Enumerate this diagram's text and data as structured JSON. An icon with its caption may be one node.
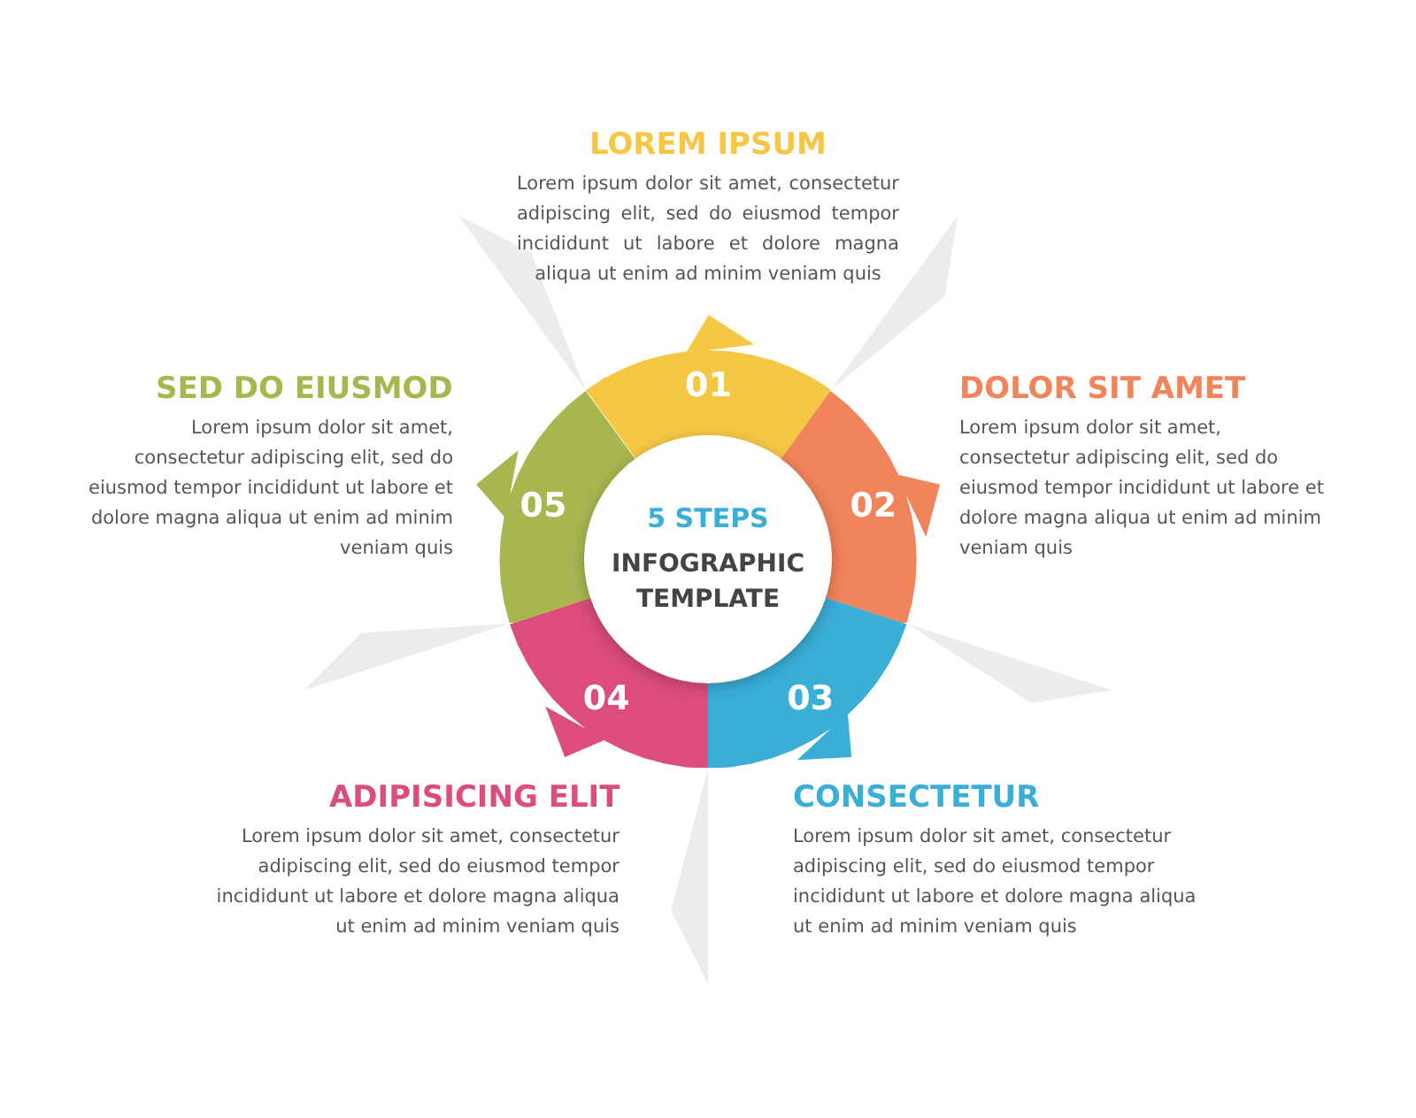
{
  "diagram": {
    "nodes": [
      {
        "text": [
          "5 STEPS",
          "INFOGRAPHIC TEMPLATE"
        ]
      },
      {
        "text": [
          "01"
        ],
        "beside": [
          "LOREM IPSUM",
          "Lorem ipsum dolor sit amet, consectetur adipiscing elit, sed do eiusmod tempor incididunt ut labore et dolore magna aliqua ut enim ad minim veniam quis"
        ]
      },
      {
        "text": [
          "02"
        ],
        "beside": [
          "DOLOR SIT AMET",
          "Lorem ipsum dolor sit amet, consectetur adipiscing elit, sed do eiusmod tempor incididunt ut labore et dolore magna aliqua ut enim ad minim veniam quis"
        ]
      },
      {
        "text": [
          "03"
        ],
        "beside": [
          "CONSECTETUR",
          "Lorem ipsum dolor sit amet, consectetur adipiscing elit, sed do eiusmod tempor incididunt ut labore et dolore magna aliqua ut enim ad minim veniam quis"
        ]
      },
      {
        "text": [
          "04"
        ],
        "beside": [
          "ADIPISICING ELIT",
          "Lorem ipsum dolor sit amet, consectetur adipiscing elit, sed do eiusmod tempor incididunt ut labore et dolore magna aliqua ut enim ad minim veniam quis"
        ]
      },
      {
        "text": [
          "05"
        ],
        "beside": [
          "SED DO EIUSMOD",
          "Lorem ipsum dolor sit amet, consectetur adipiscing elit, sed do eiusmod tempor incididunt ut labore et dolore magna aliqua ut enim ad minim veniam quis"
        ]
      }
    ]
  }
}
